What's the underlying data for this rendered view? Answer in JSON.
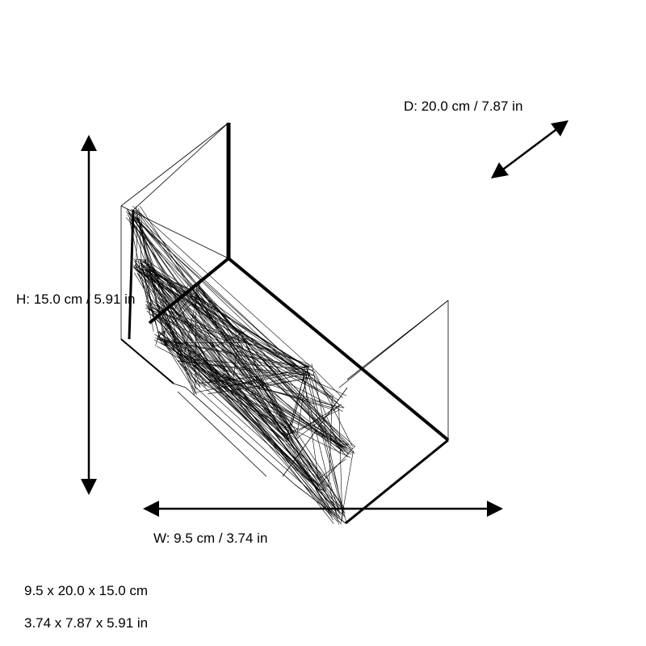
{
  "dimensions": {
    "depth_label": "D: 20.0 cm / 7.87 in",
    "height_label": "H: 15.0 cm / 5.91 in",
    "width_label": "W: 9.5 cm / 3.74 in",
    "summary_cm": "9.5 x 20.0 x 15.0 cm",
    "summary_in": "3.74 x 7.87 x 5.91 in"
  }
}
